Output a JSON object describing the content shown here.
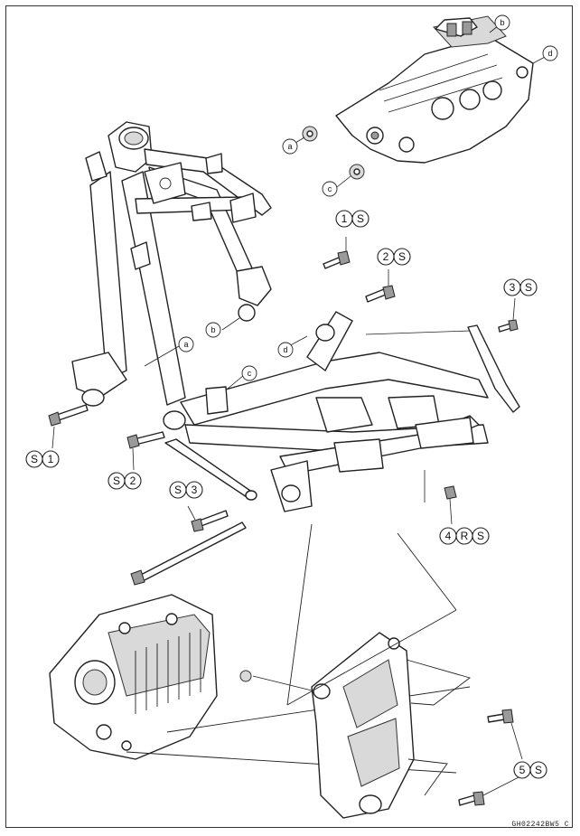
{
  "drawing_code": "GH02242BW5 C",
  "callouts": {
    "n1": "1",
    "n2": "2",
    "n3": "3",
    "n4": "4",
    "n5": "5",
    "S": "S",
    "R": "R",
    "a": "a",
    "b": "b",
    "c": "c",
    "d": "d"
  }
}
